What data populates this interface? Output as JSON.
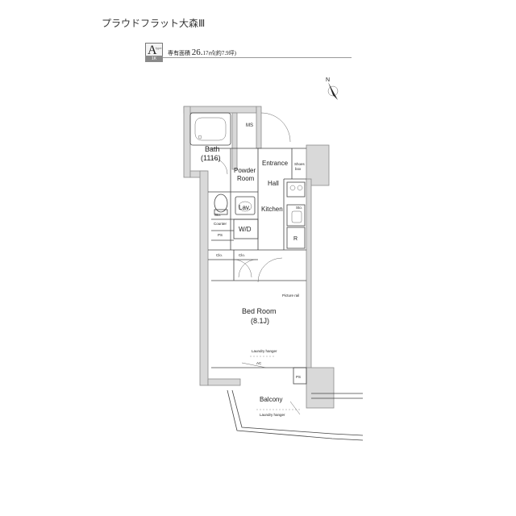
{
  "header": {
    "building_name": "プラウドフラット大森Ⅲ",
    "unit_type": "A",
    "unit_type_sub": "type",
    "layout_code": "1K",
    "area_prefix": "専有面積",
    "area_value": "26.",
    "area_suffix": "17㎡(約7.9坪)"
  },
  "compass": {
    "label": "N"
  },
  "rooms": {
    "ms": "MS",
    "bath": "Bath",
    "bath_size": "(1116)",
    "powder_room_1": "Powder",
    "powder_room_2": "Room",
    "entrance": "Entrance",
    "shoes_box_1": "Shoes",
    "shoes_box_2": "box",
    "hall": "Hall",
    "lav": "Lav.",
    "kitchen": "Kitchen",
    "sto_kitchen": "Sto.",
    "sto_lav": "Sto.",
    "counter": "Counter",
    "wd": "W/D",
    "refrigerator": "R",
    "ps_top": "PS",
    "clo_1": "Clo.",
    "clo_2": "Clo.",
    "picture_rail": "Picture rail",
    "bedroom": "Bed Room",
    "bedroom_size": "(8.1J)",
    "laundry_hanger_room": "Laundry hanger",
    "ac": "AC",
    "ps_bottom": "PS",
    "balcony": "Balcony",
    "laundry_hanger_balcony": "Laundry hanger"
  }
}
